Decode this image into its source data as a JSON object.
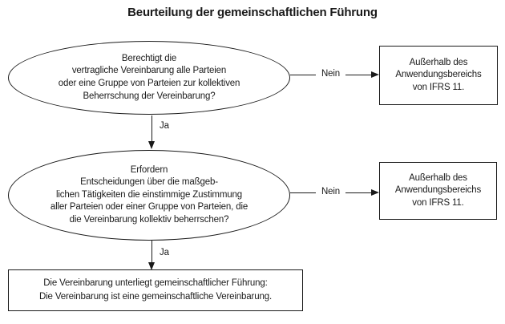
{
  "title": "Beurteilung der gemeinschaftlichen Führung",
  "colors": {
    "line": "#1a1a1a",
    "text": "#1a1a1a",
    "background": "#ffffff"
  },
  "flowchart": {
    "question1": {
      "text": "Berechtigt die\nvertragliche Vereinbarung alle Parteien\noder eine Gruppe von Parteien zur kollektiven\nBeherrschung der Vereinbarung?"
    },
    "edge_q1_no": {
      "label": "Nein"
    },
    "edge_q1_yes": {
      "label": "Ja"
    },
    "outcome1": {
      "text": "Außerhalb des\nAnwendungsbereichs\nvon IFRS 11."
    },
    "question2": {
      "text": "Erfordern\nEntscheidungen über die maßgeb-\nlichen Tätigkeiten die einstimmige Zustimmung\naller Parteien oder einer Gruppe von Parteien, die\ndie Vereinbarung kollektiv beherrschen?"
    },
    "edge_q2_no": {
      "label": "Nein"
    },
    "edge_q2_yes": {
      "label": "Ja"
    },
    "outcome2": {
      "text": "Außerhalb des\nAnwendungsbereichs\nvon IFRS 11."
    },
    "result": {
      "text": "Die Vereinbarung unterliegt gemeinschaftlicher Führung:\nDie Vereinbarung ist eine gemeinschaftliche Vereinbarung."
    }
  }
}
